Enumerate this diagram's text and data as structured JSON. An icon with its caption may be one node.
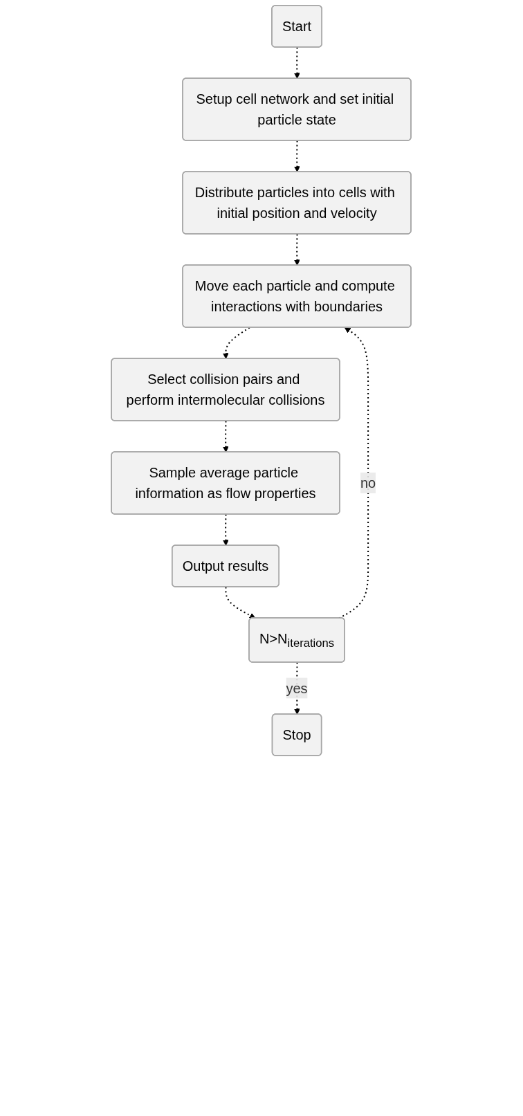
{
  "diagram": {
    "nodes": [
      {
        "text": [
          "Start"
        ]
      },
      {
        "text": [
          "Setup cell network and set initial particle state"
        ]
      },
      {
        "text": [
          "Distribute particles into cells with initial position and velocity"
        ]
      },
      {
        "text": [
          "Move each particle and compute interactions with boundaries"
        ]
      },
      {
        "text": [
          "Select collision pairs and perform intermolecular collisions"
        ]
      },
      {
        "text": [
          "Sample average particle information as flow properties"
        ]
      },
      {
        "text": [
          "Output results"
        ]
      },
      {
        "text": [
          "N>N$_{iterations}$"
        ]
      },
      {
        "text": [
          "Stop"
        ]
      }
    ],
    "edges": [
      {
        "from": 0,
        "to": 1,
        "arrow": "to",
        "style": "dashed"
      },
      {
        "from": 1,
        "to": 2,
        "arrow": "to",
        "style": "dashed"
      },
      {
        "from": 2,
        "to": 3,
        "arrow": "to",
        "style": "dashed"
      },
      {
        "from": 3,
        "to": 4,
        "arrow": "to",
        "style": "dashed"
      },
      {
        "from": 4,
        "to": 5,
        "arrow": "to",
        "style": "dashed"
      },
      {
        "from": 5,
        "to": 6,
        "arrow": "to",
        "style": "dashed"
      },
      {
        "from": 6,
        "to": 7,
        "arrow": "to",
        "style": "dashed"
      },
      {
        "from": 7,
        "to": 3,
        "label": "no",
        "arrow": "to",
        "style": "dashed"
      },
      {
        "from": 7,
        "to": 8,
        "label": "yes",
        "arrow": "to",
        "style": "dashed"
      }
    ]
  }
}
